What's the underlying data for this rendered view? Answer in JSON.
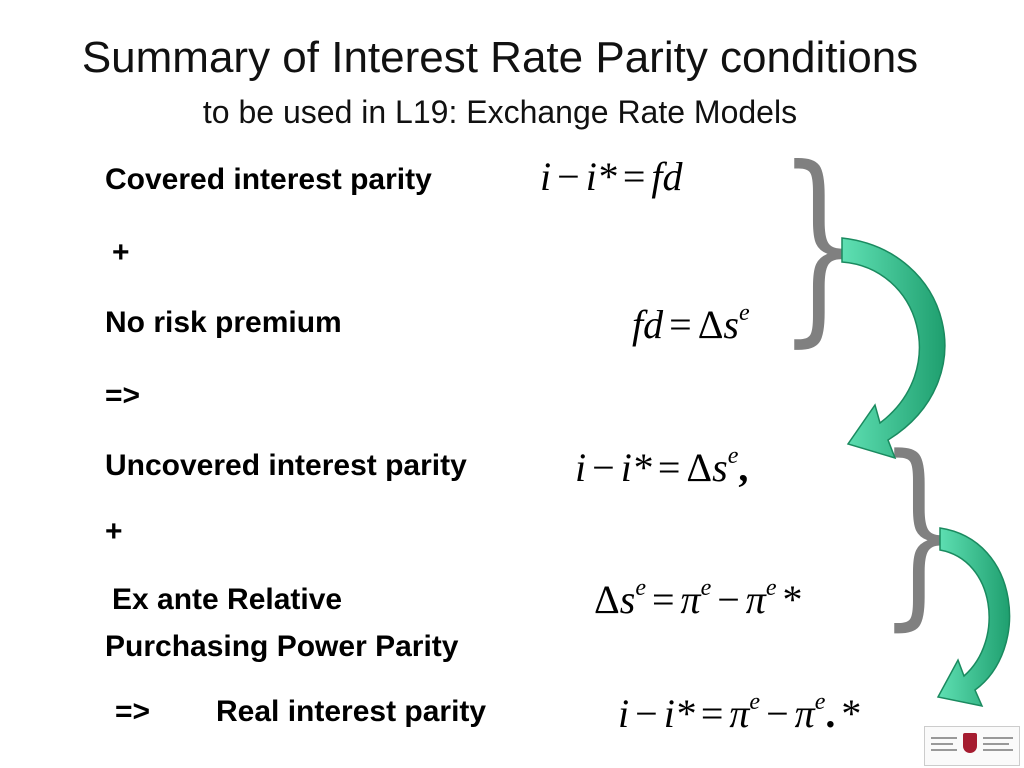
{
  "slide": {
    "title": "Summary of Interest Rate Parity conditions",
    "subtitle": "to be used in L19: Exchange Rate Models"
  },
  "rows": {
    "covered": "Covered interest parity",
    "plus1": "+",
    "no_risk": "No risk premium",
    "implies1": "=>",
    "uncovered": "Uncovered interest parity",
    "plus2": "+",
    "exante_line1": "Ex ante Relative",
    "exante_line2": "Purchasing Power Parity",
    "implies2": "=>",
    "real": "Real interest parity"
  },
  "equations": {
    "cip": {
      "a": "i",
      "minus": "−",
      "b": "i*",
      "eq": "=",
      "rhs": "fd"
    },
    "nrp": {
      "lhs": "fd",
      "eq": "=",
      "delta": "Δ",
      "s": "s",
      "sup": "e"
    },
    "uip": {
      "a": "i",
      "minus": "−",
      "b": "i*",
      "eq": "=",
      "delta": "Δ",
      "s": "s",
      "sup": "e",
      "comma": ","
    },
    "ppp": {
      "delta": "Δ",
      "s": "s",
      "sup1": "e",
      "eq": "=",
      "pi1": "π",
      "sup2": "e",
      "minus": "−",
      "pi2": "π",
      "sup3": "e",
      "star": "*"
    },
    "rip": {
      "a": "i",
      "minus": "−",
      "b": "i*",
      "eq": "=",
      "pi1": "π",
      "sup1": "e",
      "minus2": "−",
      "pi2": "π",
      "sup2": "e",
      "dot": ".",
      "star": "*"
    }
  },
  "decorations": {
    "brace_char": "}",
    "brace_color": "#808080",
    "arrow_color": "#2fbf8f",
    "arrow_edge": "#1a8a5f"
  }
}
